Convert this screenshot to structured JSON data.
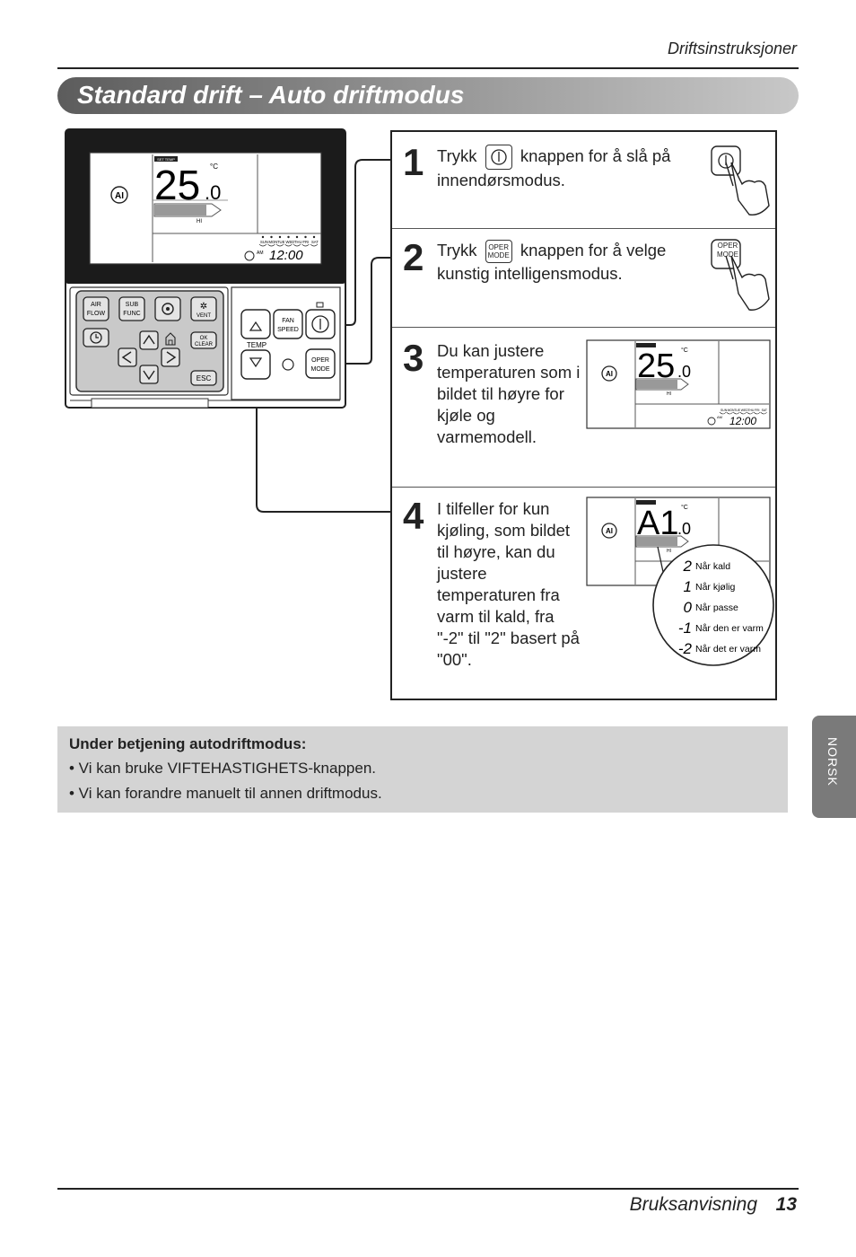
{
  "header": {
    "section": "Driftsinstruksjoner",
    "title": "Standard drift – Auto driftmodus"
  },
  "device": {
    "lcd": {
      "set_temp": "SET TEMP",
      "temp": "25",
      "decimal": ".0",
      "unit": "°C",
      "fan": "HI",
      "clock_am": "AM",
      "clock": "12:00",
      "days": [
        "SUN",
        "MON",
        "TUE",
        "WED",
        "THU",
        "FRI",
        "SAT"
      ],
      "mode_icon": "AI"
    },
    "buttons": {
      "air_flow": [
        "AIR",
        "FLOW"
      ],
      "sub_func": [
        "SUB",
        "FUNC"
      ],
      "vent": "VENT",
      "ok_clear": [
        "OK",
        "CLEAR"
      ],
      "esc": "ESC",
      "fan_speed": [
        "FAN",
        "SPEED"
      ],
      "temp": "TEMP",
      "oper_mode": [
        "OPER",
        "MODE"
      ]
    }
  },
  "steps": [
    {
      "number": "1",
      "text_before": "Trykk",
      "button": "power",
      "text_after": "knappen for å slå på innendørsmodus."
    },
    {
      "number": "2",
      "text_before": "Trykk",
      "button_lines": [
        "OPER",
        "MODE"
      ],
      "text_after": "knappen for å velge kunstig intelligensmodus."
    },
    {
      "number": "3",
      "text": "Du kan justere temperaturen som i bildet til høyre for kjøle og varmemodell.",
      "lcd": {
        "temp": "25",
        "decimal": ".0",
        "clock": "12:00"
      }
    },
    {
      "number": "4",
      "text": "I tilfeller for kun kjøling, som bildet til høyre, kan du justere temperaturen fra varm til kald, fra \"-2\" til \"2\" basert på \"00\".",
      "lcd": {
        "temp": "A1",
        "decimal": ".0"
      },
      "levels": [
        {
          "value": "2",
          "label": "Når kald"
        },
        {
          "value": "1",
          "label": "Når kjølig"
        },
        {
          "value": "0",
          "label": "Når passe"
        },
        {
          "value": "-1",
          "label": "Når den er varm"
        },
        {
          "value": "-2",
          "label": "Når det er varm"
        }
      ]
    }
  ],
  "info": {
    "title": "Under betjening autodriftmodus:",
    "items": [
      "• Vi kan bruke VIFTEHASTIGHETS-knappen.",
      "• Vi kan forandre manuelt til annen driftmodus."
    ]
  },
  "side_tab": "NORSK",
  "footer": {
    "label": "Bruksanvisning",
    "page": "13"
  }
}
